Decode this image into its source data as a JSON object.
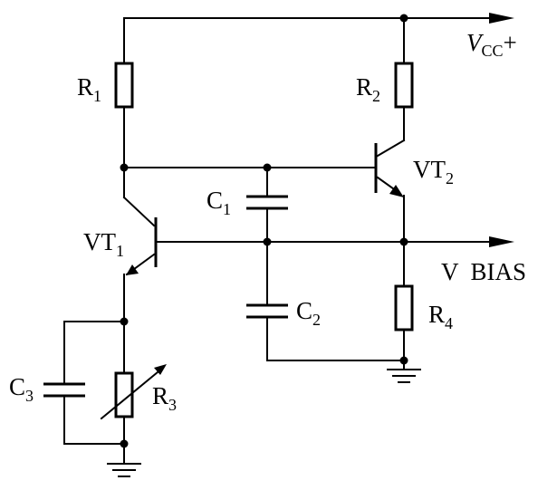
{
  "labels": {
    "r1": {
      "main": "R",
      "sub": "1"
    },
    "r2": {
      "main": "R",
      "sub": "2"
    },
    "r3": {
      "main": "R",
      "sub": "3"
    },
    "r4": {
      "main": "R",
      "sub": "4"
    },
    "c1": {
      "main": "C",
      "sub": "1"
    },
    "c2": {
      "main": "C",
      "sub": "2"
    },
    "c3": {
      "main": "C",
      "sub": "3"
    },
    "vt1": {
      "main": "VT",
      "sub": "1"
    },
    "vt2": {
      "main": "VT",
      "sub": "2"
    },
    "vcc": {
      "main": "V",
      "sub": "CC",
      "suffix": "+"
    },
    "vbias": "V  BIAS"
  }
}
